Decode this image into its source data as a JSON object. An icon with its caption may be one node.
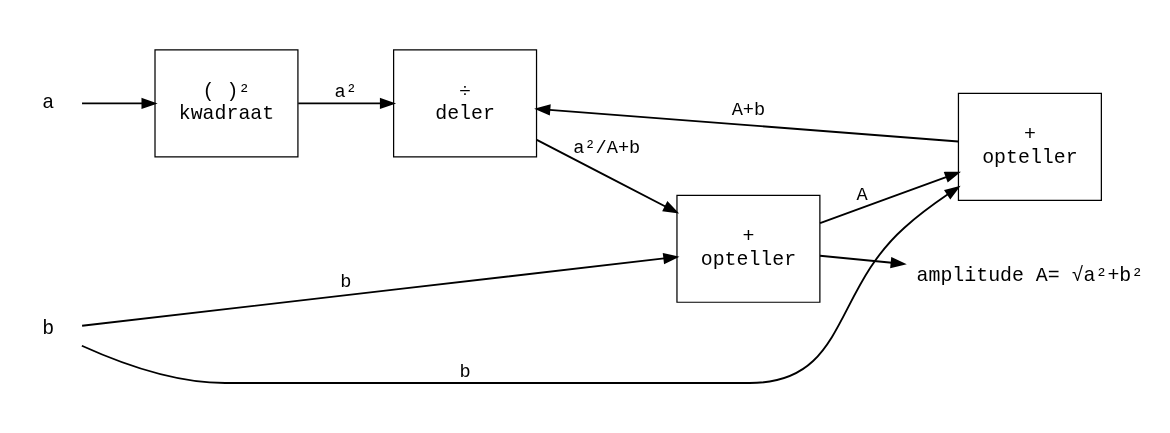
{
  "diagram": {
    "nodes": [
      {
        "text": [
          "( )²",
          "kwadraat"
        ]
      },
      {
        "text": [
          "÷",
          "deler"
        ]
      },
      {
        "text": [
          "+",
          "opteller"
        ]
      },
      {
        "text": [
          "+",
          "opteller"
        ]
      },
      {
        "text": [
          "a"
        ]
      },
      {
        "text": [
          "b"
        ]
      },
      {
        "text": [
          "amplitude A= √a²+b²"
        ]
      }
    ],
    "edges": [
      {
        "from": 4,
        "to": 0,
        "arrow": "to"
      },
      {
        "from": 0,
        "to": 1,
        "arrow": "to",
        "label": "a²"
      },
      {
        "from": 1,
        "to": 2,
        "arrow": "to",
        "label": "a²/A+b"
      },
      {
        "from": 2,
        "to": 6,
        "arrow": "to"
      },
      {
        "from": 2,
        "to": 3,
        "arrow": "to",
        "label": "A"
      },
      {
        "from": 3,
        "to": 1,
        "arrow": "to",
        "label": "A+b"
      },
      {
        "from": 5,
        "to": 3,
        "arrow": "to",
        "label": "b"
      },
      {
        "from": 5,
        "to": 2,
        "arrow": "to",
        "label": "b"
      }
    ]
  }
}
